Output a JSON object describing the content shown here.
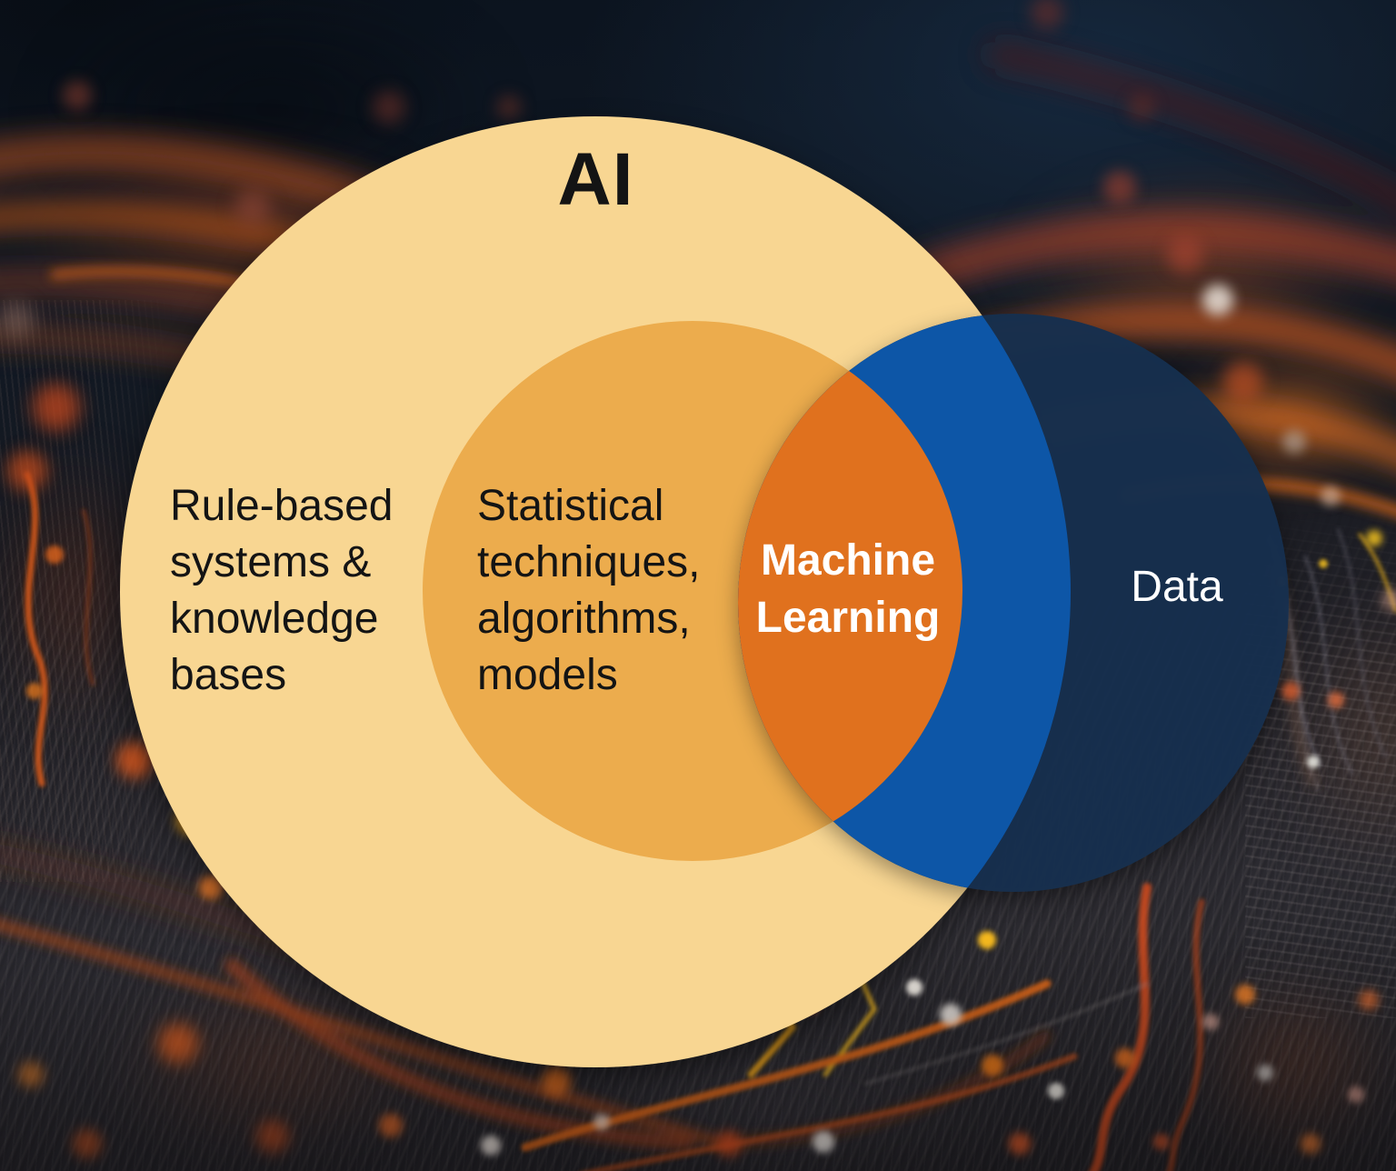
{
  "venn": {
    "ai_label": "AI",
    "rule_based_lines": [
      "Rule-based",
      "systems &",
      "knowledge",
      "bases"
    ],
    "statistical_lines": [
      "Statistical",
      "techniques,",
      "algorithms,",
      "models"
    ],
    "ml_lines": [
      "Machine",
      "Learning"
    ],
    "data_label": "Data"
  },
  "diagram": {
    "type": "venn",
    "sets": [
      {
        "id": "ai",
        "label": "AI",
        "region_note": "Rule-based systems & knowledge bases"
      },
      {
        "id": "statistical",
        "label": "Statistical techniques, algorithms, models",
        "subset_of": "ai"
      },
      {
        "id": "data",
        "label": "Data"
      }
    ],
    "intersections": [
      {
        "sets": [
          "statistical",
          "data"
        ],
        "label": "Machine Learning"
      },
      {
        "sets": [
          "ai",
          "data"
        ],
        "label": ""
      }
    ]
  },
  "colors": {
    "ai_circle": "#F8D692",
    "inner_circle": "#ECAC4D",
    "ml_intersection": "#E0711E",
    "ai_data_intersection": "#0D56A7",
    "data_circle": "#17304E",
    "label_dark": "#141414",
    "label_light": "#FFFFFF"
  }
}
